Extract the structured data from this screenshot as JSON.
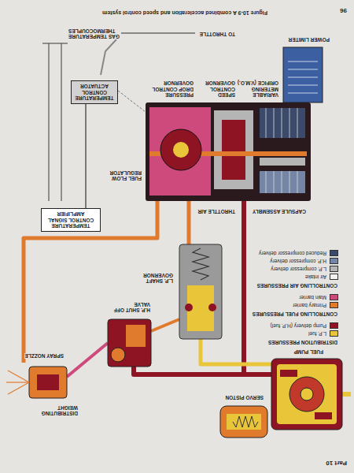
{
  "diagram": {
    "caption": "Figure 10-9 A combined acceleration and speed control system",
    "nodes": [
      {
        "text": [
          "TEMPERATURE CONTROL SIGNAL AMPLIFIER"
        ]
      },
      {
        "text": [
          "TEMPERATURE CONTROL ACTUATOR"
        ]
      }
    ],
    "edges": [
      {
        "from": 0,
        "to": 1,
        "arrow": "none"
      }
    ],
    "labels": [
      "Part 10",
      "FUEL PUMP",
      "SERVO PISTON",
      "DISTRIBUTION PRESSURES",
      "CONTROLLING FUEL PRESSURES",
      "CONTROLLING AIR PRESSURES",
      "L.P. SHAFT GOVERNOR",
      "H.P. SHUT OFF VALVE",
      "SPRAY NOZZLE",
      "DISTRIBUTING WEIGHT",
      "FUEL FLOW REGULATOR",
      "CAPSULE ASSEMBLY",
      "THROTTLE AIR",
      "PRESSURE DROP CONTROL GOVERNOR",
      "SPEED CONTROL GOVERNOR",
      "VARIABLE METERING ORIFICE (V.M.O.)",
      "POWER LIMITER",
      "TO THROTTLE",
      "GAS TEMPERATURE THERMOCOUPLES",
      "96"
    ],
    "legend": [
      {
        "text": "L.P. fuel",
        "color": "#e9c53a"
      },
      {
        "text": "Pump delivery (H.P. fuel)",
        "color": "#8e1424"
      },
      {
        "text": "Primary barrier",
        "color": "#e07b2e"
      },
      {
        "text": "Main barrier",
        "color": "#cf4a7c"
      },
      {
        "text": "Air intake",
        "color": "#f2f2f2"
      },
      {
        "text": "L.P. compressor delivery",
        "color": "#b5b5b5"
      },
      {
        "text": "H.P. compressor delivery",
        "color": "#7485a6"
      },
      {
        "text": "Reduced compressor delivery",
        "color": "#3b4a6b"
      }
    ]
  }
}
